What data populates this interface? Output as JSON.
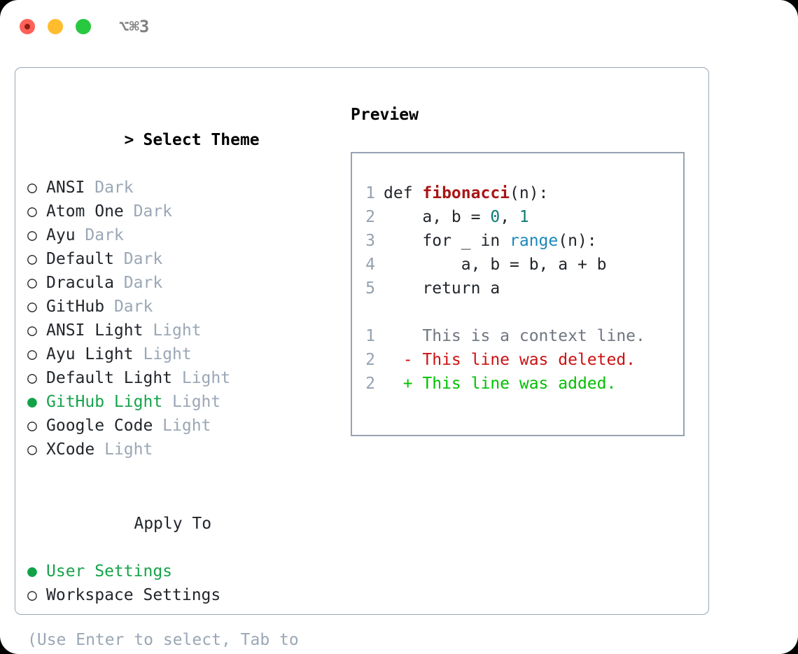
{
  "window": {
    "shortcut": "⌥⌘3",
    "traffic_lights": [
      "close-red",
      "minimize-yellow",
      "maximize-green"
    ]
  },
  "theme_picker": {
    "heading": "Select Theme",
    "heading_marker": ">",
    "unselected_marker": "○",
    "selected_marker": "●",
    "selected_color": "#16a34a",
    "items": [
      {
        "name": "ANSI",
        "variant": "Dark",
        "selected": false
      },
      {
        "name": "Atom One",
        "variant": "Dark",
        "selected": false
      },
      {
        "name": "Ayu",
        "variant": "Dark",
        "selected": false
      },
      {
        "name": "Default",
        "variant": "Dark",
        "selected": false
      },
      {
        "name": "Dracula",
        "variant": "Dark",
        "selected": false
      },
      {
        "name": "GitHub",
        "variant": "Dark",
        "selected": false
      },
      {
        "name": "ANSI Light",
        "variant": "Light",
        "selected": false
      },
      {
        "name": "Ayu Light",
        "variant": "Light",
        "selected": false
      },
      {
        "name": "Default Light",
        "variant": "Light",
        "selected": false
      },
      {
        "name": "GitHub Light",
        "variant": "Light",
        "selected": true
      },
      {
        "name": "Google Code",
        "variant": "Light",
        "selected": false
      },
      {
        "name": "XCode",
        "variant": "Light",
        "selected": false
      }
    ]
  },
  "apply_to": {
    "heading": "Apply To",
    "items": [
      {
        "name": "User Settings",
        "selected": true
      },
      {
        "name": "Workspace Settings",
        "selected": false
      }
    ]
  },
  "hint": "(Use Enter to select, Tab to change focus)",
  "preview": {
    "title": "Preview",
    "code_lines": [
      {
        "no": "1",
        "segments": [
          {
            "t": "def ",
            "k": "plain"
          },
          {
            "t": "fibonacci",
            "k": "fn"
          },
          {
            "t": "(n):",
            "k": "plain"
          }
        ]
      },
      {
        "no": "2",
        "segments": [
          {
            "t": "    a, b = ",
            "k": "plain"
          },
          {
            "t": "0",
            "k": "num"
          },
          {
            "t": ", ",
            "k": "plain"
          },
          {
            "t": "1",
            "k": "num"
          }
        ]
      },
      {
        "no": "3",
        "segments": [
          {
            "t": "    for _ in ",
            "k": "plain"
          },
          {
            "t": "range",
            "k": "call"
          },
          {
            "t": "(n):",
            "k": "plain"
          }
        ]
      },
      {
        "no": "4",
        "segments": [
          {
            "t": "        a, b = b, a + b",
            "k": "plain"
          }
        ]
      },
      {
        "no": "5",
        "segments": [
          {
            "t": "    return a",
            "k": "plain"
          }
        ]
      }
    ],
    "diff_lines": [
      {
        "no": "1",
        "sign": " ",
        "text": " This is a context line.",
        "kind": "context"
      },
      {
        "no": "2",
        "sign": "-",
        "text": " This line was deleted.",
        "kind": "deleted"
      },
      {
        "no": "2",
        "sign": "+",
        "text": " This line was added.",
        "kind": "added"
      }
    ]
  },
  "colors": {
    "accent_green": "#16a34a",
    "diff_added": "#00c000",
    "diff_deleted": "#cc1111",
    "muted": "#9aa7b6",
    "syntax_function": "#a91616",
    "syntax_number": "#0e7c75",
    "syntax_call": "#1b87b8"
  }
}
